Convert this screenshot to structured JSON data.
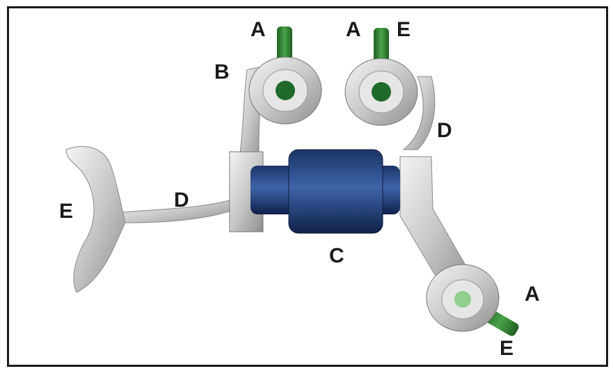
{
  "labels": {
    "a_top_left": "A",
    "a_top_right": "A",
    "e_top_right": "E",
    "b": "B",
    "d_right": "D",
    "d_left": "D",
    "e_left": "E",
    "c": "C",
    "a_bottom": "A",
    "e_bottom": "E"
  },
  "colors": {
    "frame": "#1a1a1a",
    "metal": "#d9d9d9",
    "cylinder": "#1f3f7a",
    "screw": "#2f7a2f"
  }
}
